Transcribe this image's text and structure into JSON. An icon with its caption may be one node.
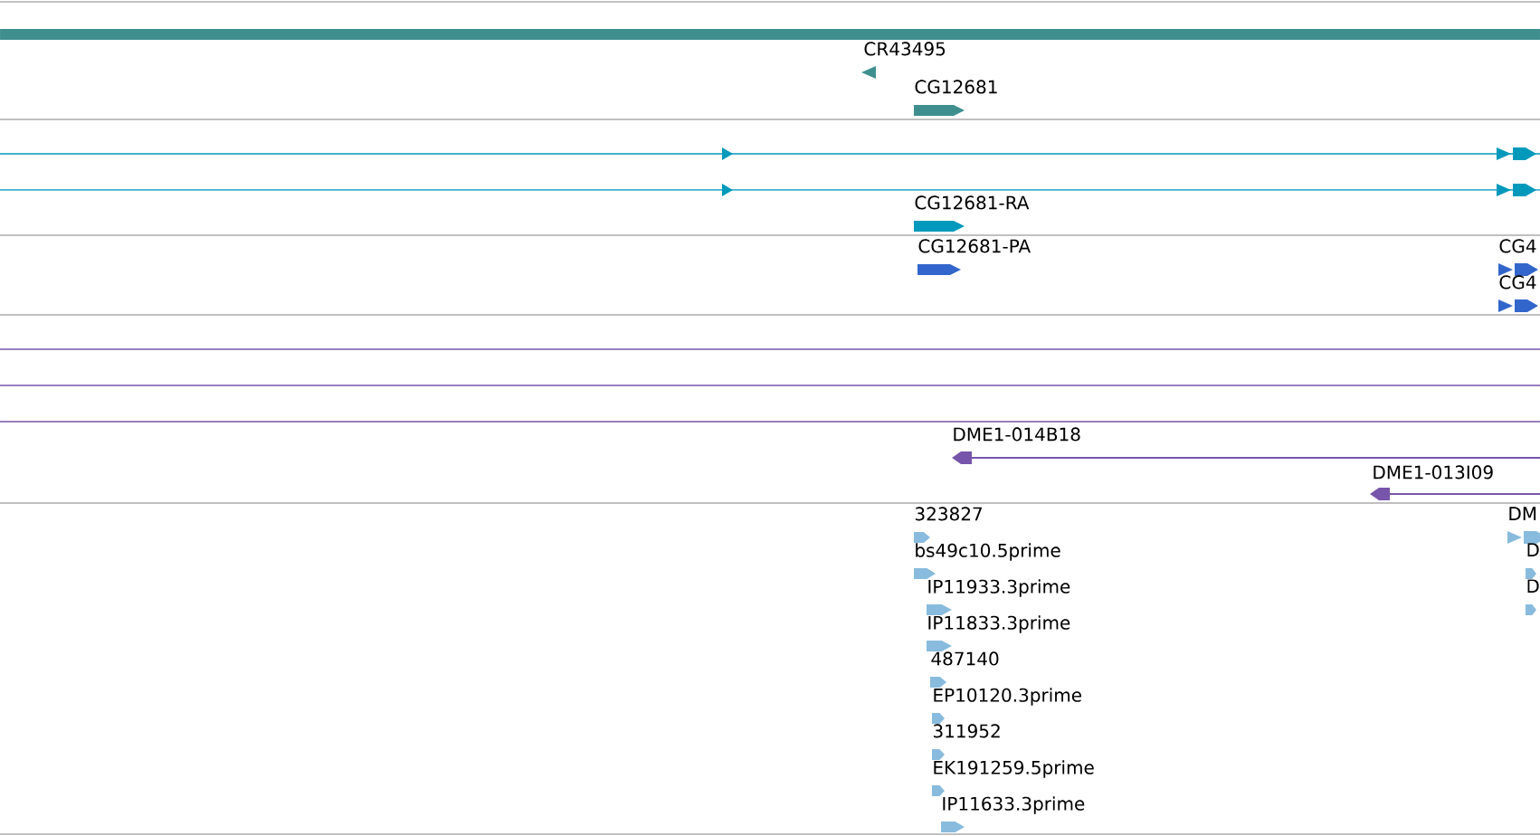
{
  "diagram": {
    "labels": [
      "CR43495",
      "CG12681",
      "CG12681-RA",
      "CG12681-PA",
      "CG4",
      "CG4",
      "DME1-014B18",
      "DME1-013I09",
      "323827",
      "bs49c10.5prime",
      "IP11933.3prime",
      "IP11833.3prime",
      "487140",
      "EP10120.3prime",
      "311952",
      "EK191259.5prime",
      "IP11633.3prime",
      "DM",
      "D",
      "D"
    ]
  }
}
